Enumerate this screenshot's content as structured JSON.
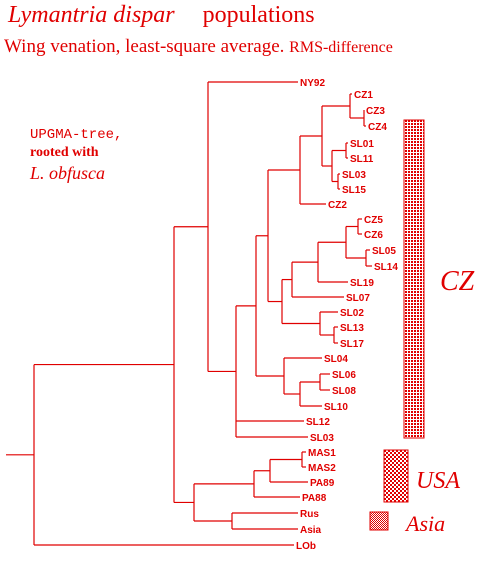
{
  "title": {
    "species": "Lymantria dispar",
    "word": "populations",
    "subtitle": "Wing venation, least-square average.",
    "subtitle_rms": "RMS-difference"
  },
  "note": {
    "line1": "UPGMA-tree,",
    "line2": "rooted with",
    "line3": "L. obfusca"
  },
  "tree": {
    "leaves": [
      "NY92",
      "CZ1",
      "CZ3",
      "CZ4",
      "SL01",
      "SL11",
      "SL03",
      "SL15",
      "CZ2",
      "CZ5",
      "CZ6",
      "SL05",
      "SL14",
      "SL19",
      "SL07",
      "SL02",
      "SL13",
      "SL17",
      "SL04",
      "SL06",
      "SL08",
      "SL10",
      "SL12",
      "SL03",
      "MAS1",
      "MAS2",
      "PA89",
      "PA88",
      "Rus",
      "Asia",
      "LOb"
    ]
  },
  "regions": [
    {
      "name": "CZ",
      "color": "#e00000",
      "pattern": "dense-dots"
    },
    {
      "name": "USA",
      "color": "#e00000",
      "pattern": "checker"
    },
    {
      "name": "Asia",
      "color": "#e00000",
      "pattern": "checker"
    }
  ],
  "colors": {
    "accent": "#e00000",
    "background": "#ffffff"
  }
}
